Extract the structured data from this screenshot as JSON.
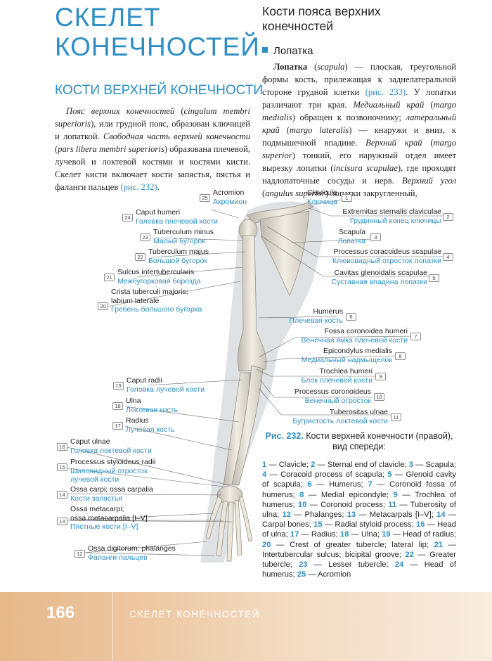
{
  "chapter_title": "СКЕЛЕТ КОНЕЧНОСТЕЙ",
  "section_title": "КОСТИ ВЕРХНЕЙ КОНЕЧНОСТИ",
  "intro": {
    "t1": "Пояс верхних конечностей",
    "t2": " (",
    "t3": "cingulum membri superioris",
    "t4": "), или грудной пояс, образован ключицей и лопаткой. ",
    "t5": "Свободная часть верхней конечности",
    "t6": " (",
    "t7": "pars libera membri superioris",
    "t8": ") образована плечевой, лучевой и локтевой костями и костями кисти. Скелет кисти включает кости запястья, пястья и фаланги пальцев ",
    "t9": "(рис. 232)",
    "t10": "."
  },
  "right_title": "Кости пояса верхних конечностей",
  "sub_head": "Лопатка",
  "scapula": {
    "t1": "Лопатка",
    "t2": " (",
    "t3": "scapula",
    "t4": ") — плоская, треугольной формы кость, прилежащая к заднелатеральной стороне грудной клетки ",
    "t5": "(рис. 233)",
    "t6": ". У лопатки различают три края. ",
    "t7": "Медиальный край",
    "t8": " (",
    "t9": "margo medialis",
    "t10": ") обращен к позвоночнику; ",
    "t11": "латеральный край",
    "t12": " (",
    "t13": "margo lateralis",
    "t14": ") — кнаружи и вниз, к подмышечной впадине. ",
    "t15": "Верхний край",
    "t16": " (",
    "t17": "margo superior",
    "t18": ") тонкий, его наружный отдел имеет вырезку лопатки (",
    "t19": "incisura scapulae",
    "t20": "), где проходят надлопаточные сосуды и нерв. ",
    "t21": "Верхний угол",
    "t22": " (",
    "t23": "angulus superior",
    "t24": ") лопатки закругленный,"
  },
  "labels": {
    "l1": {
      "num": "1",
      "lat": "Clavicula",
      "ru": "Ключица"
    },
    "l2": {
      "num": "2",
      "lat": "Extremitas sternalis claviculae",
      "ru": "Грудинный конец ключицы"
    },
    "l3": {
      "num": "3",
      "lat": "Scapula",
      "ru": "Лопатка"
    },
    "l4": {
      "num": "4",
      "lat": "Processus coracoideus scapulae",
      "ru": "Клювовидный отросток лопатки"
    },
    "l5": {
      "num": "5",
      "lat": "Cavitas glenoidalis scapulae",
      "ru": "Суставная впадина лопатки"
    },
    "l6": {
      "num": "6",
      "lat": "Humerus",
      "ru": "Плечевая кость"
    },
    "l7": {
      "num": "7",
      "lat": "Fossa coronoidea humeri",
      "ru": "Венечная ямка плечевой кости"
    },
    "l8": {
      "num": "8",
      "lat": "Epicondylus medialis",
      "ru": "Медиальный надмыщелок"
    },
    "l9": {
      "num": "9",
      "lat": "Trochlea humeri",
      "ru": "Блок плечевой кости"
    },
    "l10": {
      "num": "10",
      "lat": "Processus coronoideus",
      "ru": "Венечный отросток"
    },
    "l11": {
      "num": "11",
      "lat": "Tuberositas ulnae",
      "ru": "Бугристость локтевой кости"
    },
    "l12": {
      "num": "12",
      "lat": "Ossa digitorum; phalanges",
      "ru": "Фаланги пальцев"
    },
    "l13": {
      "num": "13",
      "lat": "Ossa metacarpi;",
      "lat2": "ossa metacarpalia [I–V]",
      "ru": "Пястные кости [I–V]"
    },
    "l14": {
      "num": "14",
      "lat": "Ossa carpi; ossa carpalia",
      "ru": "Кости запястья"
    },
    "l15": {
      "num": "15",
      "lat": "Processus styloideus radii",
      "ru": "Шиловидный отросток",
      "ru2": "лучевой кости"
    },
    "l16": {
      "num": "16",
      "lat": "Caput ulnae",
      "ru": "Головка локтевой кости"
    },
    "l17": {
      "num": "17",
      "lat": "Radius",
      "ru": "Лучевая кость"
    },
    "l18": {
      "num": "18",
      "lat": "Ulna",
      "ru": "Локтевая кость"
    },
    "l19": {
      "num": "19",
      "lat": "Caput radii",
      "ru": "Головка лучевой кости"
    },
    "l20": {
      "num": "20",
      "lat": "Crista tuberculi majoris;",
      "lat2": "labium laterale",
      "ru": "Гребень большого бугорка"
    },
    "l21": {
      "num": "21",
      "lat": "Sulcus intertubercularis",
      "ru": "Межбугорковая борозда"
    },
    "l22": {
      "num": "22",
      "lat": "Tuberculum majus",
      "ru": "Большой бугорок"
    },
    "l23": {
      "num": "23",
      "lat": "Tuberculum minus",
      "ru": "Малый бугорок"
    },
    "l24": {
      "num": "24",
      "lat": "Caput humeri",
      "ru": "Головка плечевой кости"
    },
    "l25": {
      "num": "25",
      "lat": "Acromion",
      "ru": "Акромион"
    }
  },
  "caption": {
    "fig": "Рис. 232.",
    "text": " Кости верхней конечности (правой), вид спереди:"
  },
  "legend": [
    {
      "n": "1",
      "t": " — Clavicle; "
    },
    {
      "n": "2",
      "t": " — Sternal end of clavicle; "
    },
    {
      "n": "3",
      "t": " — Scapula; "
    },
    {
      "n": "4",
      "t": " — Coracoid process of scapula; "
    },
    {
      "n": "5",
      "t": " — Glenoid cavity of scapula; "
    },
    {
      "n": "6",
      "t": " — Humerus; "
    },
    {
      "n": "7",
      "t": " — Coronoid fossa of humerus; "
    },
    {
      "n": "8",
      "t": " — Medial epicondyle; "
    },
    {
      "n": "9",
      "t": " — Trochlea of humerus; "
    },
    {
      "n": "10",
      "t": " — Coronoid process; "
    },
    {
      "n": "11",
      "t": " — Tuberosity of ulna; "
    },
    {
      "n": "12",
      "t": " — Phalanges; "
    },
    {
      "n": "13",
      "t": " — Metacarpals [I–V]; "
    },
    {
      "n": "14",
      "t": " — Carpal bones; "
    },
    {
      "n": "15",
      "t": " — Radial styloid process; "
    },
    {
      "n": "16",
      "t": " — Head of ulna; "
    },
    {
      "n": "17",
      "t": " — Radius; "
    },
    {
      "n": "18",
      "t": " — Ulna; "
    },
    {
      "n": "19",
      "t": " — Head of radius; "
    },
    {
      "n": "20",
      "t": " — Crest of greater tubercle; lateral lip; "
    },
    {
      "n": "21",
      "t": " — Intertubercular sulcus; bicipital groove; "
    },
    {
      "n": "22",
      "t": " — Greater tubercle; "
    },
    {
      "n": "23",
      "t": " — Lesser tubercle; "
    },
    {
      "n": "24",
      "t": " — Head of humerus; "
    },
    {
      "n": "25",
      "t": " — Acromion"
    }
  ],
  "footer": {
    "page_number": "166",
    "running_title": "СКЕЛЕТ  КОНЕЧНОСТЕЙ"
  },
  "colors": {
    "accent": "#2e8ec4",
    "footer": "#e9bd92"
  }
}
